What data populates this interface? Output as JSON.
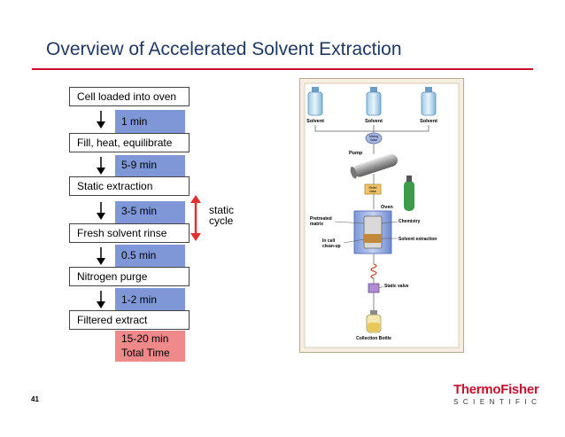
{
  "title": "Overview of Accelerated Solvent Extraction",
  "steps": [
    {
      "label": "Cell loaded into oven",
      "duration": "1 min"
    },
    {
      "label": "Fill, heat, equilibrate",
      "duration": "5-9 min"
    },
    {
      "label": "Static extraction",
      "duration": "3-5 min"
    },
    {
      "label": "Fresh solvent rinse",
      "duration": "0.5 min"
    },
    {
      "label": "Nitrogen purge",
      "duration": "1-2 min"
    },
    {
      "label": "Filtered extract"
    }
  ],
  "total": {
    "line1": "15-20 min",
    "line2": "Total Time"
  },
  "static_cycle": {
    "line1": "static",
    "line2": "cycle"
  },
  "page_number": "41",
  "logo": {
    "brand": "ThermoFisher",
    "sub": "SCIENTIFIC"
  },
  "schematic": {
    "solvents": [
      "Solvent",
      "Solvent",
      "Solvent"
    ],
    "mixing_valve": [
      "Mixing",
      "Valve"
    ],
    "pump": "Pump",
    "relief_valve": [
      "Relief",
      "Valve"
    ],
    "oven": "Oven",
    "pretreated": [
      "Pretreated",
      "matrix"
    ],
    "chemistry": "Chemistry",
    "incell": [
      "In cell",
      "clean-up"
    ],
    "solvent_extraction": "Solvent extraction",
    "static_valve": "Static valve",
    "collection": "Collection Bottle"
  }
}
